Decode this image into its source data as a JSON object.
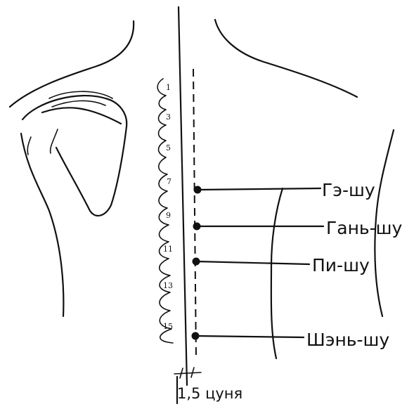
{
  "points": [
    {
      "label": "Гэ-шу"
    },
    {
      "label": "Гань-шу"
    },
    {
      "label": "Пи-шу"
    },
    {
      "label": "Шэнь-шу"
    }
  ],
  "vertebra_numbers": [
    "1",
    "3",
    "5",
    "7",
    "9",
    "11",
    "13",
    "15"
  ],
  "measurement": {
    "label": "1,5 цуня"
  },
  "colors": {
    "ink": "#111111",
    "background": "#ffffff"
  }
}
